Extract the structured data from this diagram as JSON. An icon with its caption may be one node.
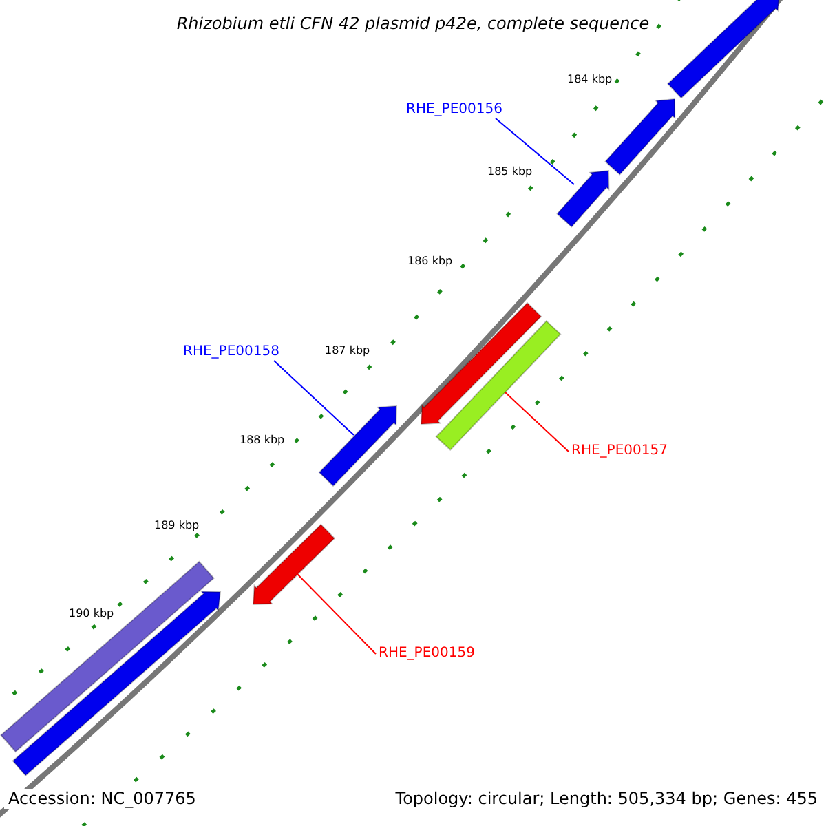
{
  "diagram": {
    "title": "Rhizobium etli CFN 42 plasmid p42e, complete sequence",
    "nodes": [
      {
        "text": [
          "RHE_PE00156"
        ]
      },
      {
        "text": [],
        "shape": "arrow"
      },
      {
        "text": [],
        "shape": "arrow"
      },
      {
        "text": [],
        "shape": "arrow"
      },
      {
        "text": [
          "RHE_PE00158"
        ]
      },
      {
        "text": [],
        "shape": "arrow"
      },
      {
        "text": [],
        "shape": "arrow"
      },
      {
        "text": [],
        "shape": "bar"
      },
      {
        "text": [
          "RHE_PE00157"
        ]
      },
      {
        "text": [],
        "shape": "bar"
      },
      {
        "text": [],
        "shape": "arrow"
      },
      {
        "text": [],
        "shape": "arrow"
      },
      {
        "text": [
          "RHE_PE00159"
        ]
      }
    ],
    "edges": [
      {
        "from": 0,
        "to": 3,
        "arrow": "none",
        "color": "#0000ff"
      },
      {
        "from": 4,
        "to": 6,
        "arrow": "none",
        "color": "#0000ff"
      },
      {
        "from": 8,
        "to": 7,
        "arrow": "none",
        "color": "#ff0000"
      },
      {
        "from": 12,
        "to": 11,
        "arrow": "none",
        "color": "#ff0000"
      }
    ],
    "labels": [
      "184 kbp",
      "185 kbp",
      "186 kbp",
      "187 kbp",
      "188 kbp",
      "189 kbp",
      "190 kbp",
      "Accession: NC_007765",
      "Topology: circular; Length: 505,334 bp; Genes: 455"
    ]
  }
}
